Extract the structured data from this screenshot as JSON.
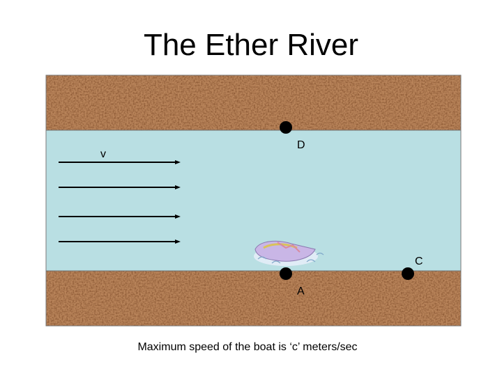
{
  "title": "The Ether River",
  "labels": {
    "velocity": "v",
    "point_d": "D",
    "point_a": "A",
    "point_c": "C"
  },
  "caption": "Maximum speed of the boat is ‘c’  meters/sec",
  "colors": {
    "water": "#b9dfe3",
    "bank": "#b9845a",
    "point": "#000000"
  },
  "icons": {
    "boat": "boat-icon"
  }
}
